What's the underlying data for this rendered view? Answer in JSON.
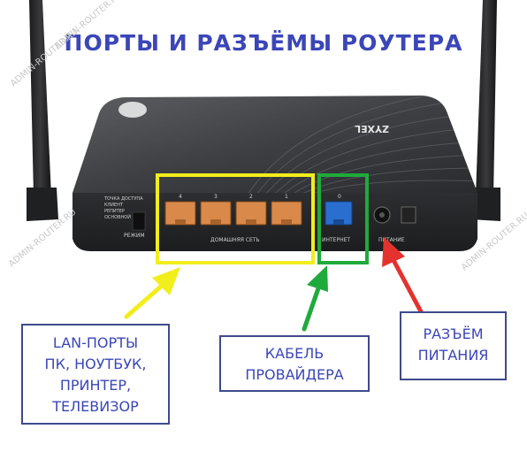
{
  "title": "ПОРТЫ И РАЗЪЁМЫ РОУТЕРА",
  "device": {
    "brand": "ZYXEL",
    "mode_labels": [
      "ТОЧКА ДОСТУПА",
      "КЛИЕНТ",
      "РЕПИТЕР",
      "ОСНОВНОЙ"
    ],
    "mode_caption": "РЕЖИМ",
    "lan_numbers": [
      "4",
      "3",
      "2",
      "1"
    ],
    "lan_caption": "ДОМАШНЯЯ СЕТЬ",
    "wan_number": "0",
    "wan_caption": "ИНТЕРНЕТ",
    "power_caption": "ПИТАНИЕ"
  },
  "callouts": {
    "lan": {
      "lines": [
        "LAN-ПОРТЫ",
        "ПК, НОУТБУК,",
        "ПРИНТЕР,",
        "ТЕЛЕВИЗОР"
      ],
      "color": "#f1ee1c"
    },
    "wan": {
      "lines": [
        "КАБЕЛЬ",
        "ПРОВАЙДЕРА"
      ],
      "color": "#1faa3c"
    },
    "power": {
      "lines": [
        "РАЗЪЁМ",
        "ПИТАНИЯ"
      ],
      "color": "#e5322e"
    }
  },
  "watermark": "ADMIN-ROUTER.RU",
  "colors": {
    "title": "#3b46b8",
    "box_border": "#3e4a8c",
    "lan_port": "#d98a4a",
    "wan_port": "#2a6fd0"
  }
}
